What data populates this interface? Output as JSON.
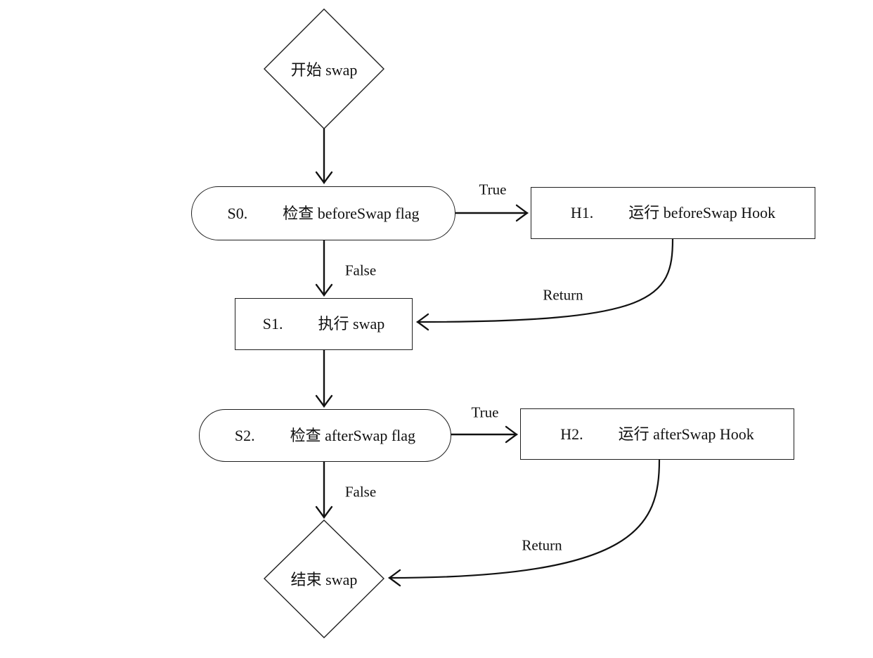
{
  "diagram": {
    "background_color": "#ffffff",
    "stroke_color": "#000000",
    "nodes": [
      {
        "id": "start",
        "type": "diamond",
        "prefix": "",
        "label": "开始 swap"
      },
      {
        "id": "S0",
        "type": "stadium",
        "prefix": "S0.",
        "label": "检查 beforeSwap flag"
      },
      {
        "id": "H1",
        "type": "rect",
        "prefix": "H1.",
        "label": "运行 beforeSwap Hook"
      },
      {
        "id": "S1",
        "type": "rect",
        "prefix": "S1.",
        "label": "执行 swap"
      },
      {
        "id": "S2",
        "type": "stadium",
        "prefix": "S2.",
        "label": "检查 afterSwap flag"
      },
      {
        "id": "H2",
        "type": "rect",
        "prefix": "H2.",
        "label": "运行 afterSwap Hook"
      },
      {
        "id": "end",
        "type": "diamond",
        "prefix": "",
        "label": "结束 swap"
      }
    ],
    "edges": [
      {
        "from": "start",
        "to": "S0",
        "label": ""
      },
      {
        "from": "S0",
        "to": "H1",
        "label": "True"
      },
      {
        "from": "S0",
        "to": "S1",
        "label": "False"
      },
      {
        "from": "H1",
        "to": "S1",
        "label": "Return"
      },
      {
        "from": "S1",
        "to": "S2",
        "label": ""
      },
      {
        "from": "S2",
        "to": "H2",
        "label": "True"
      },
      {
        "from": "S2",
        "to": "end",
        "label": "False"
      },
      {
        "from": "H2",
        "to": "end",
        "label": "Return"
      }
    ]
  }
}
